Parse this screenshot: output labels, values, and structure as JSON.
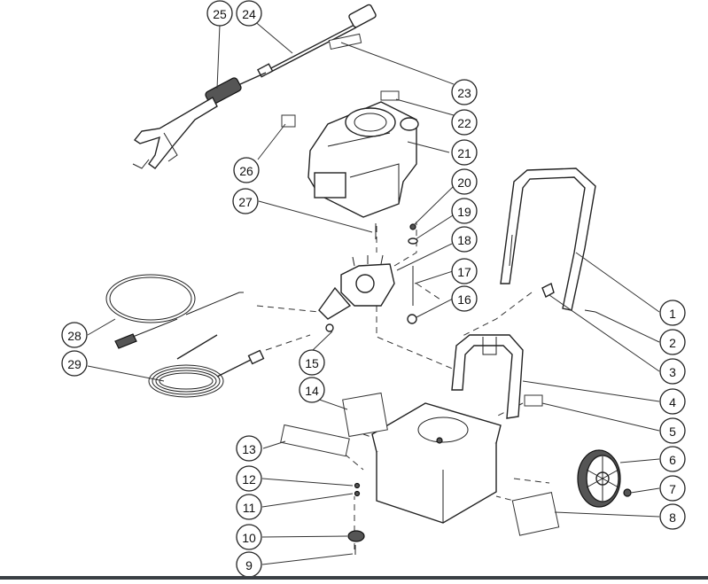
{
  "diagram": {
    "callouts": [
      {
        "id": "c1",
        "label": "1"
      },
      {
        "id": "c2",
        "label": "2"
      },
      {
        "id": "c3",
        "label": "3"
      },
      {
        "id": "c4",
        "label": "4"
      },
      {
        "id": "c5",
        "label": "5"
      },
      {
        "id": "c6",
        "label": "6"
      },
      {
        "id": "c7",
        "label": "7"
      },
      {
        "id": "c8",
        "label": "8"
      },
      {
        "id": "c9",
        "label": "9"
      },
      {
        "id": "c10",
        "label": "10"
      },
      {
        "id": "c11",
        "label": "11"
      },
      {
        "id": "c12",
        "label": "12"
      },
      {
        "id": "c13",
        "label": "13"
      },
      {
        "id": "c14",
        "label": "14"
      },
      {
        "id": "c15",
        "label": "15"
      },
      {
        "id": "c16",
        "label": "16"
      },
      {
        "id": "c17",
        "label": "17"
      },
      {
        "id": "c18",
        "label": "18"
      },
      {
        "id": "c19",
        "label": "19"
      },
      {
        "id": "c20",
        "label": "20"
      },
      {
        "id": "c21",
        "label": "21"
      },
      {
        "id": "c22",
        "label": "22"
      },
      {
        "id": "c23",
        "label": "23"
      },
      {
        "id": "c24",
        "label": "24"
      },
      {
        "id": "c25",
        "label": "25"
      },
      {
        "id": "c26",
        "label": "26"
      },
      {
        "id": "c27",
        "label": "27"
      },
      {
        "id": "c28",
        "label": "28"
      },
      {
        "id": "c29",
        "label": "29"
      }
    ],
    "colors": {
      "line": "#222222",
      "background": "#ffffff",
      "bottom_bar": "#3a3f44"
    }
  }
}
